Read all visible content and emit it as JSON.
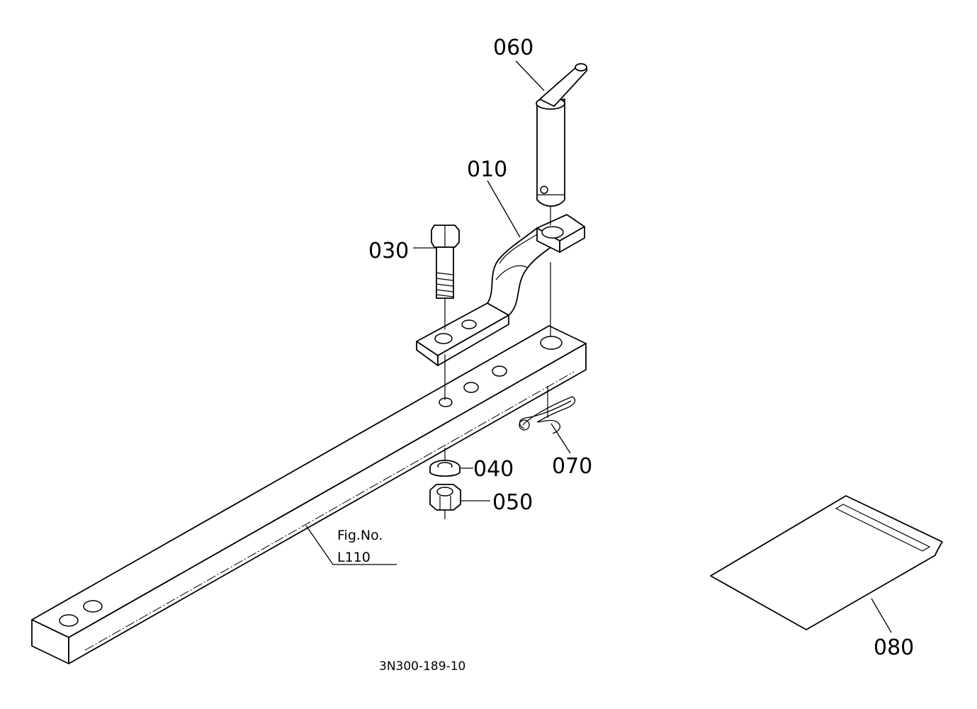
{
  "diagram": {
    "callouts": {
      "p060": "060",
      "p010": "010",
      "p030": "030",
      "p040": "040",
      "p050": "050",
      "p070": "070",
      "p080": "080"
    },
    "fig_reference": {
      "line1": "Fig.No.",
      "line2": "L110"
    },
    "drawing_id": "3N300-189-10"
  }
}
